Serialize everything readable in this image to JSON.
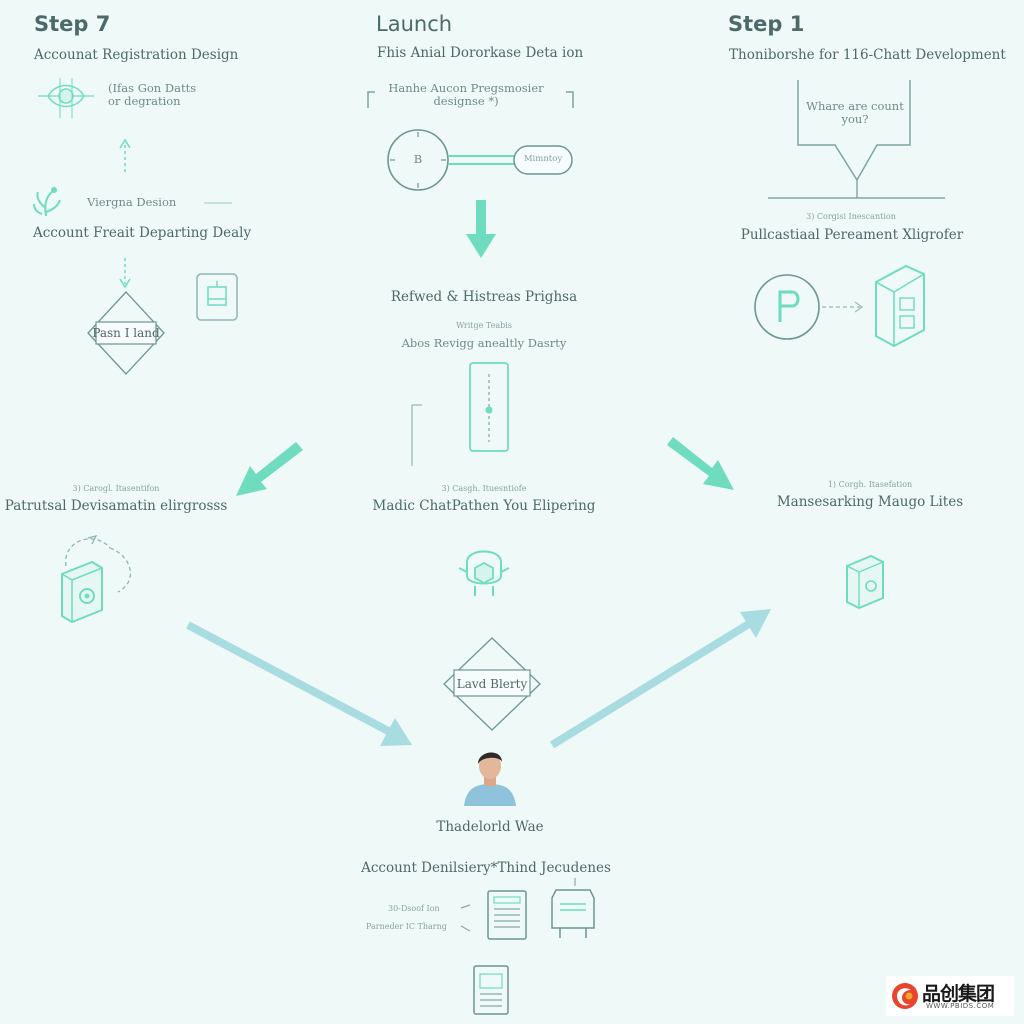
{
  "colors": {
    "accent": "#6fdcc0",
    "arrow_blue": "#a8dce0"
  },
  "left": {
    "step": "Step 7",
    "title": "Accounat Registration Design",
    "note": "(Ifas Gon Datts\nor degration",
    "vergna": "Viergna Desion",
    "account": "Account Freait Departing Dealy",
    "diamond": "Pasn I land",
    "icons": [
      "eye-icon",
      "plant-icon",
      "chip-icon"
    ]
  },
  "center": {
    "step": "Launch",
    "subtitle": "Fhis Anial Dororkase Deta ion",
    "bracket": "Hanhe Aucon Pregsmosier\ndesignse *)",
    "gauge": "B",
    "pill": "Mimntoy",
    "refined": "Refwed & Histreas Prighsa",
    "tiny": "Writge Teabis",
    "above": "Abos Revigg anealtly Dasrty",
    "icons": [
      "gauge-icon",
      "phone-icon",
      "robot-icon"
    ]
  },
  "right": {
    "step": "Step 1",
    "title": "Thoniborshe for 116-Chatt Development",
    "bubble": "Whare are count\nyou?",
    "tiny": "3) Corgisi Inescantion",
    "pull": "Pullcastiaal Pereament Xligrofer",
    "icons": [
      "p-circle-icon",
      "box-icon"
    ]
  },
  "mid_left": {
    "tiny": "3) Carogl. Itasentifon",
    "label": "Patrutsal Devisamatin elirgrosss"
  },
  "mid_center": {
    "tiny": "3) Casgh. Ituesntiofe",
    "label": "Madic ChatPathen You Elipering"
  },
  "mid_right": {
    "tiny": "1) Corgh. Itasefation",
    "label": "Mansesarking Maugo Lites"
  },
  "bottom": {
    "diamond": "Lavd Blerty",
    "person": "Thadelorld Wae",
    "account": "Account Denilsiery*Thind Jecudenes",
    "small1": "30-Dsoof Ion",
    "small2": "Parneder IC Tharng",
    "icons": [
      "person-avatar",
      "document-icon",
      "printer-icon",
      "card-icon"
    ]
  },
  "logo": {
    "cn": "品创集团",
    "en": "WWW.PBIDS.COM"
  }
}
